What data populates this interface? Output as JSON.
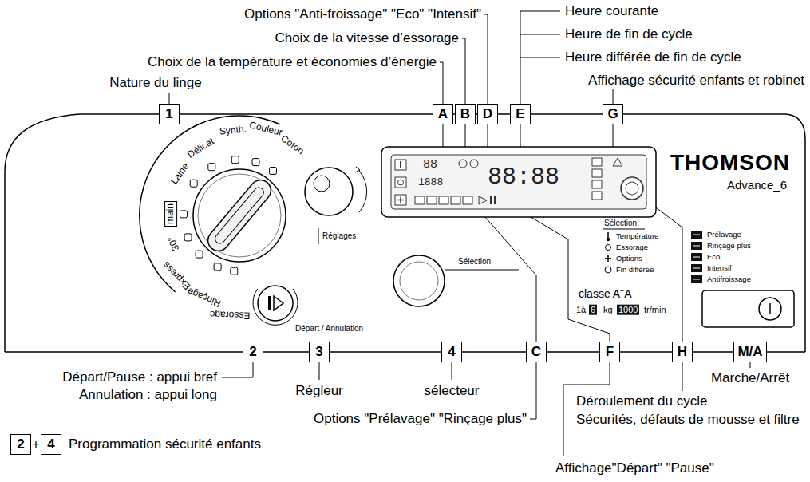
{
  "diagram": {
    "nodes": [
      {
        "text": [
          "1"
        ]
      },
      {
        "text": [
          "A"
        ]
      },
      {
        "text": [
          "B"
        ]
      },
      {
        "text": [
          "D"
        ]
      },
      {
        "text": [
          "E"
        ]
      },
      {
        "text": [
          "G"
        ]
      },
      {
        "text": [
          "2"
        ]
      },
      {
        "text": [
          "3"
        ]
      },
      {
        "text": [
          "4"
        ]
      },
      {
        "text": [
          "C"
        ]
      },
      {
        "text": [
          "F"
        ]
      },
      {
        "text": [
          "H"
        ]
      },
      {
        "text": [
          "M/A"
        ]
      },
      {
        "text": [
          "2"
        ]
      },
      {
        "text": [
          "4"
        ]
      }
    ],
    "labels": [
      "Options \"Anti-froissage\" \"Eco\" \"Intensif\"",
      "Choix de la vitesse d’essorage",
      "Choix de la température et économies d’énergie",
      "Nature du linge",
      "Heure courante",
      "Heure de fin de cycle",
      "Heure différée de fin de cycle",
      "Affichage sécurité enfants et robinet",
      "Coton",
      "Couleur",
      "Synth.",
      "Délicat",
      "Laine",
      "main",
      "30°",
      "Express",
      "Rinçage",
      "Essorage",
      "Départ / Annulation",
      "Réglages",
      "88",
      "1888",
      "88:88",
      "Sélection",
      "THOMSON",
      "Advance_6",
      "Sélection",
      "Température",
      "Essorage",
      "Options",
      "Fin différée",
      "Prélavage",
      "Rinçage plus",
      "Eco",
      "Intensif",
      "Antifroissage",
      "classe A⁺A",
      "1à",
      "6",
      "kg",
      "1000",
      "tr/min",
      "Départ/Pause : appui bref",
      "Annulation : appui long",
      "Régleur",
      "sélecteur",
      "Options \"Prélavage\" \"Rinçage plus\"",
      "Marche/Arrêt",
      "Déroulement du cycle",
      "Sécurités, défauts de mousse et filtre",
      "+",
      "Programmation sécurité enfants",
      "Affichage\"Départ\" \"Pause\""
    ]
  }
}
